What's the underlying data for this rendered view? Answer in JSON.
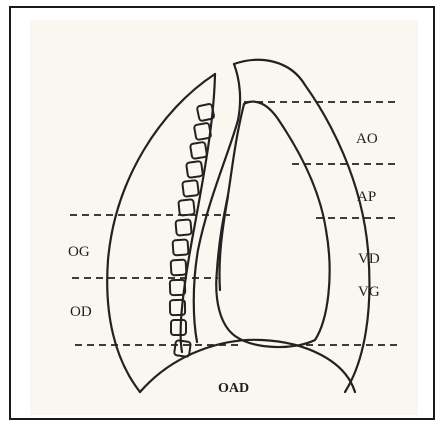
{
  "labels": {
    "ao": "AO",
    "ap": "AP",
    "og": "OG",
    "vd": "VD",
    "vg": "VG",
    "od": "OD",
    "oad": "OAD"
  },
  "colors": {
    "ink": "#222222",
    "paper": "#faf7f0",
    "frame": "#1a1a1a"
  }
}
